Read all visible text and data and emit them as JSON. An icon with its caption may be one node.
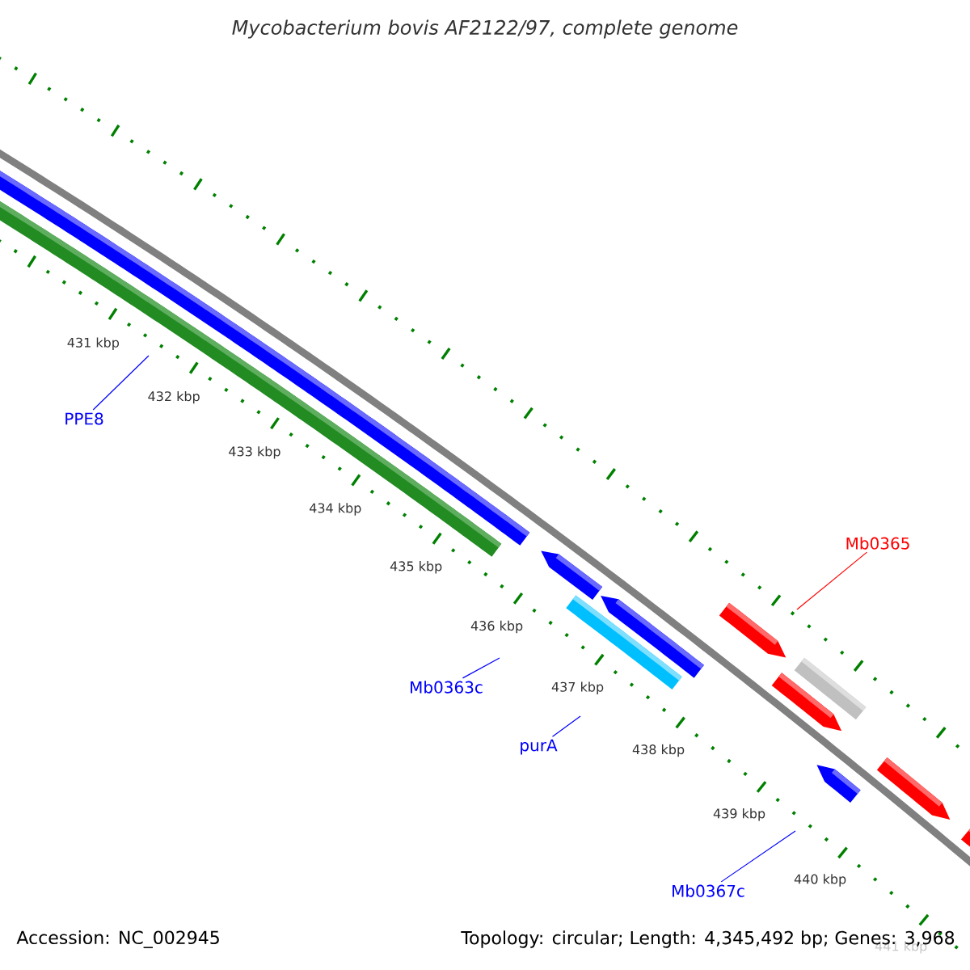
{
  "diagram": {
    "title": "Mycobacterium bovis AF2122/97, complete genome",
    "nodes": [
      {
        "text": [
          "PPE8"
        ]
      },
      {
        "text": [
          "Mb0363c"
        ]
      },
      {
        "text": [
          "purA"
        ]
      },
      {
        "text": [
          "Mb0365"
        ]
      },
      {
        "text": [
          "Mb0367c"
        ]
      }
    ],
    "edges": [
      {
        "from": 0,
        "to": null,
        "arrow": "none"
      },
      {
        "from": 1,
        "to": null,
        "arrow": "none"
      },
      {
        "from": 2,
        "to": null,
        "arrow": "none"
      },
      {
        "from": 3,
        "to": null,
        "arrow": "none",
        "color": "#ff0000"
      },
      {
        "from": 4,
        "to": null,
        "arrow": "none"
      }
    ],
    "labels": [
      "431 kbp",
      "432 kbp",
      "433 kbp",
      "434 kbp",
      "435 kbp",
      "436 kbp",
      "437 kbp",
      "438 kbp",
      "439 kbp",
      "440 kbp",
      "441 kbp",
      "Accession: NC_002945",
      "Topology: circular; Length: 4,345,492 bp; Genes: 3,968"
    ]
  }
}
